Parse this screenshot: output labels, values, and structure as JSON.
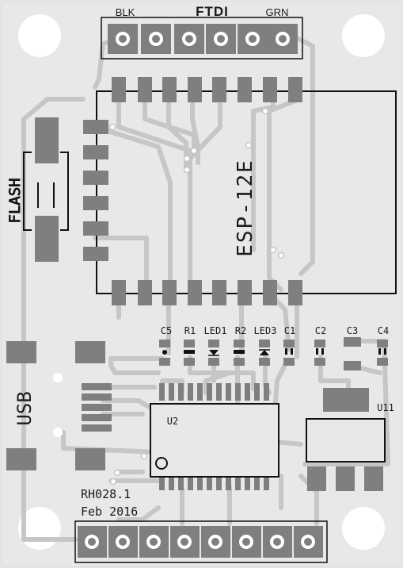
{
  "header": {
    "connector_title": "FTDI",
    "pin_left_label": "BLK",
    "pin_right_label": "GRN"
  },
  "module": {
    "label": "ESP-12E"
  },
  "switch": {
    "label": "FLASH"
  },
  "usb": {
    "label": "USB"
  },
  "components": {
    "c5": "C5",
    "r1": "R1",
    "led1": "LED1",
    "r2": "R2",
    "led3": "LED3",
    "c1": "C1",
    "c2": "C2",
    "c3": "C3",
    "c4": "C4",
    "u2": "U2",
    "u11": "U11"
  },
  "footer": {
    "revision": "RH028.1",
    "date": "Feb 2016"
  },
  "colors": {
    "board": "#e8e8e8",
    "trace": "#c6c6c6",
    "pad": "#7f7f7f",
    "silkscreen": "#111111",
    "hole": "#ffffff"
  }
}
